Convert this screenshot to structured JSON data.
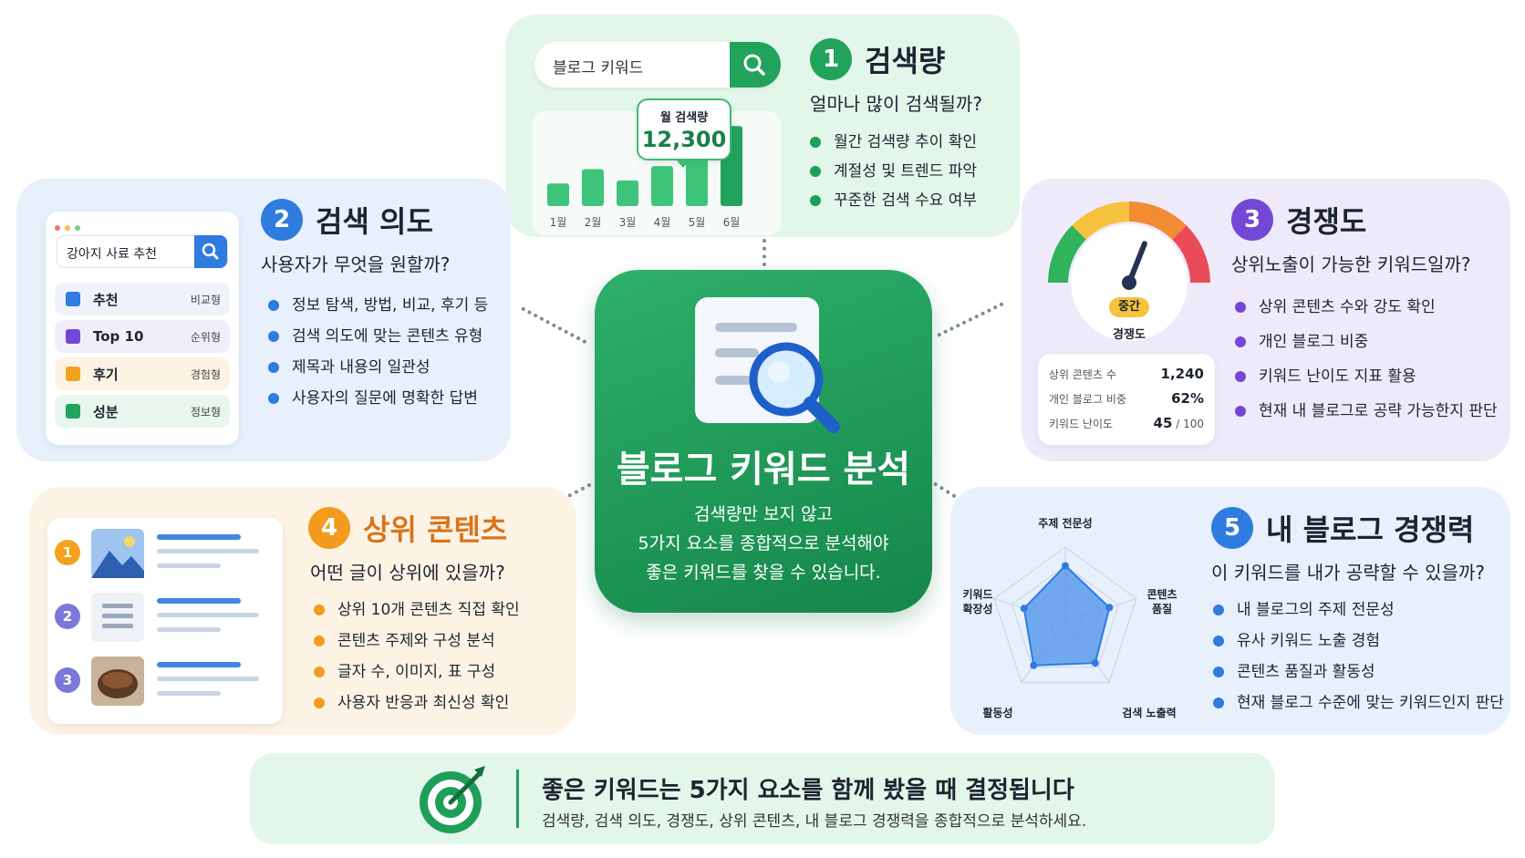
{
  "center": {
    "title": "블로그 키워드 분석",
    "desc_lines": [
      "검색량만 보지 않고",
      "5가지 요소를 종합적으로 분석해야",
      "좋은 키워드를 찾을 수 있습니다."
    ]
  },
  "volume": {
    "number": "1",
    "title": "검색량",
    "question": "얼마나 많이 검색될까?",
    "bullets": [
      "월간 검색량 추이 확인",
      "계절성 및 트렌드 파악",
      "꾸준한 검색 수요 여부"
    ],
    "search_text": "블로그 키워드",
    "tooltip_label": "월 검색량",
    "tooltip_value": "12,300"
  },
  "chart_data": {
    "type": "bar",
    "categories": [
      "1월",
      "2월",
      "3월",
      "4월",
      "5월",
      "6월"
    ],
    "values": [
      22,
      36,
      25,
      39,
      57,
      78
    ],
    "ylim": [
      0,
      80
    ],
    "grid": false
  },
  "intent": {
    "number": "2",
    "title": "검색 의도",
    "question": "사용자가 무엇을 원할까?",
    "bullets": [
      "정보 탐색, 방법, 비교, 후기 등",
      "검색 의도에 맞는 콘텐츠 유형",
      "제목과 내용의 일관성",
      "사용자의 질문에 명확한 답변"
    ],
    "search_text": "강아지 사료 추천",
    "rows": [
      {
        "label": "추천",
        "tag": "비교형",
        "icon": "list-icon"
      },
      {
        "label": "Top 10",
        "tag": "순위형",
        "icon": "grid-list-icon"
      },
      {
        "label": "후기",
        "tag": "경험형",
        "icon": "chat-bubble-icon"
      },
      {
        "label": "성분",
        "tag": "정보형",
        "icon": "document-icon"
      }
    ]
  },
  "competition": {
    "number": "3",
    "title": "경쟁도",
    "question": "상위노출이 가능한 키워드일까?",
    "bullets": [
      "상위 콘텐츠 수와 강도 확인",
      "개인 블로그 비중",
      "키워드 난이도 지표 활용",
      "현재 내 블로그로 공략 가능한지 판단"
    ],
    "gauge_badge": "중간",
    "gauge_caption": "경쟁도",
    "gauge_level": 0.62,
    "stats": [
      {
        "label": "상위 콘텐츠 수",
        "value": "1,240"
      },
      {
        "label": "개인 블로그 비중",
        "value": "62%"
      },
      {
        "label": "키워드 난이도",
        "value": "45",
        "suffix": " / 100"
      }
    ]
  },
  "top": {
    "number": "4",
    "title": "상위 콘텐츠",
    "question": "어떤 글이 상위에 있을까?",
    "bullets": [
      "상위 10개 콘텐츠 직접 확인",
      "콘텐츠 주제와 구성 분석",
      "글자 수, 이미지, 표 구성",
      "사용자 반응과 최신성 확인"
    ],
    "ranks": [
      "1",
      "2",
      "3"
    ]
  },
  "blog": {
    "number": "5",
    "title": "내 블로그 경쟁력",
    "question": "이 키워드를 내가 공략할 수 있을까?",
    "bullets": [
      "내 블로그의 주제 전문성",
      "유사 키워드 노출 경험",
      "콘텐츠 품질과 활동성",
      "현재 블로그 수준에 맞는 키워드인지 판단"
    ],
    "radar_axes": [
      "주제 전문성",
      "콘텐츠 품질",
      "검색 노출력",
      "활동성",
      "키워드 확장성"
    ],
    "radar_values": [
      0.75,
      0.62,
      0.68,
      0.72,
      0.58
    ]
  },
  "footer": {
    "title": "좋은 키워드는 5가지 요소를 함께 봤을 때 결정됩니다",
    "subtitle": "검색량, 검색 의도, 경쟁도, 상위 콘텐츠, 내 블로그 경쟁력을 종합적으로 분석하세요."
  },
  "colors": {
    "green": "#1f9e5a",
    "blue": "#2f7be0",
    "purple": "#7448d6",
    "orange": "#f29b1d",
    "dark_green": "#168a4c"
  }
}
